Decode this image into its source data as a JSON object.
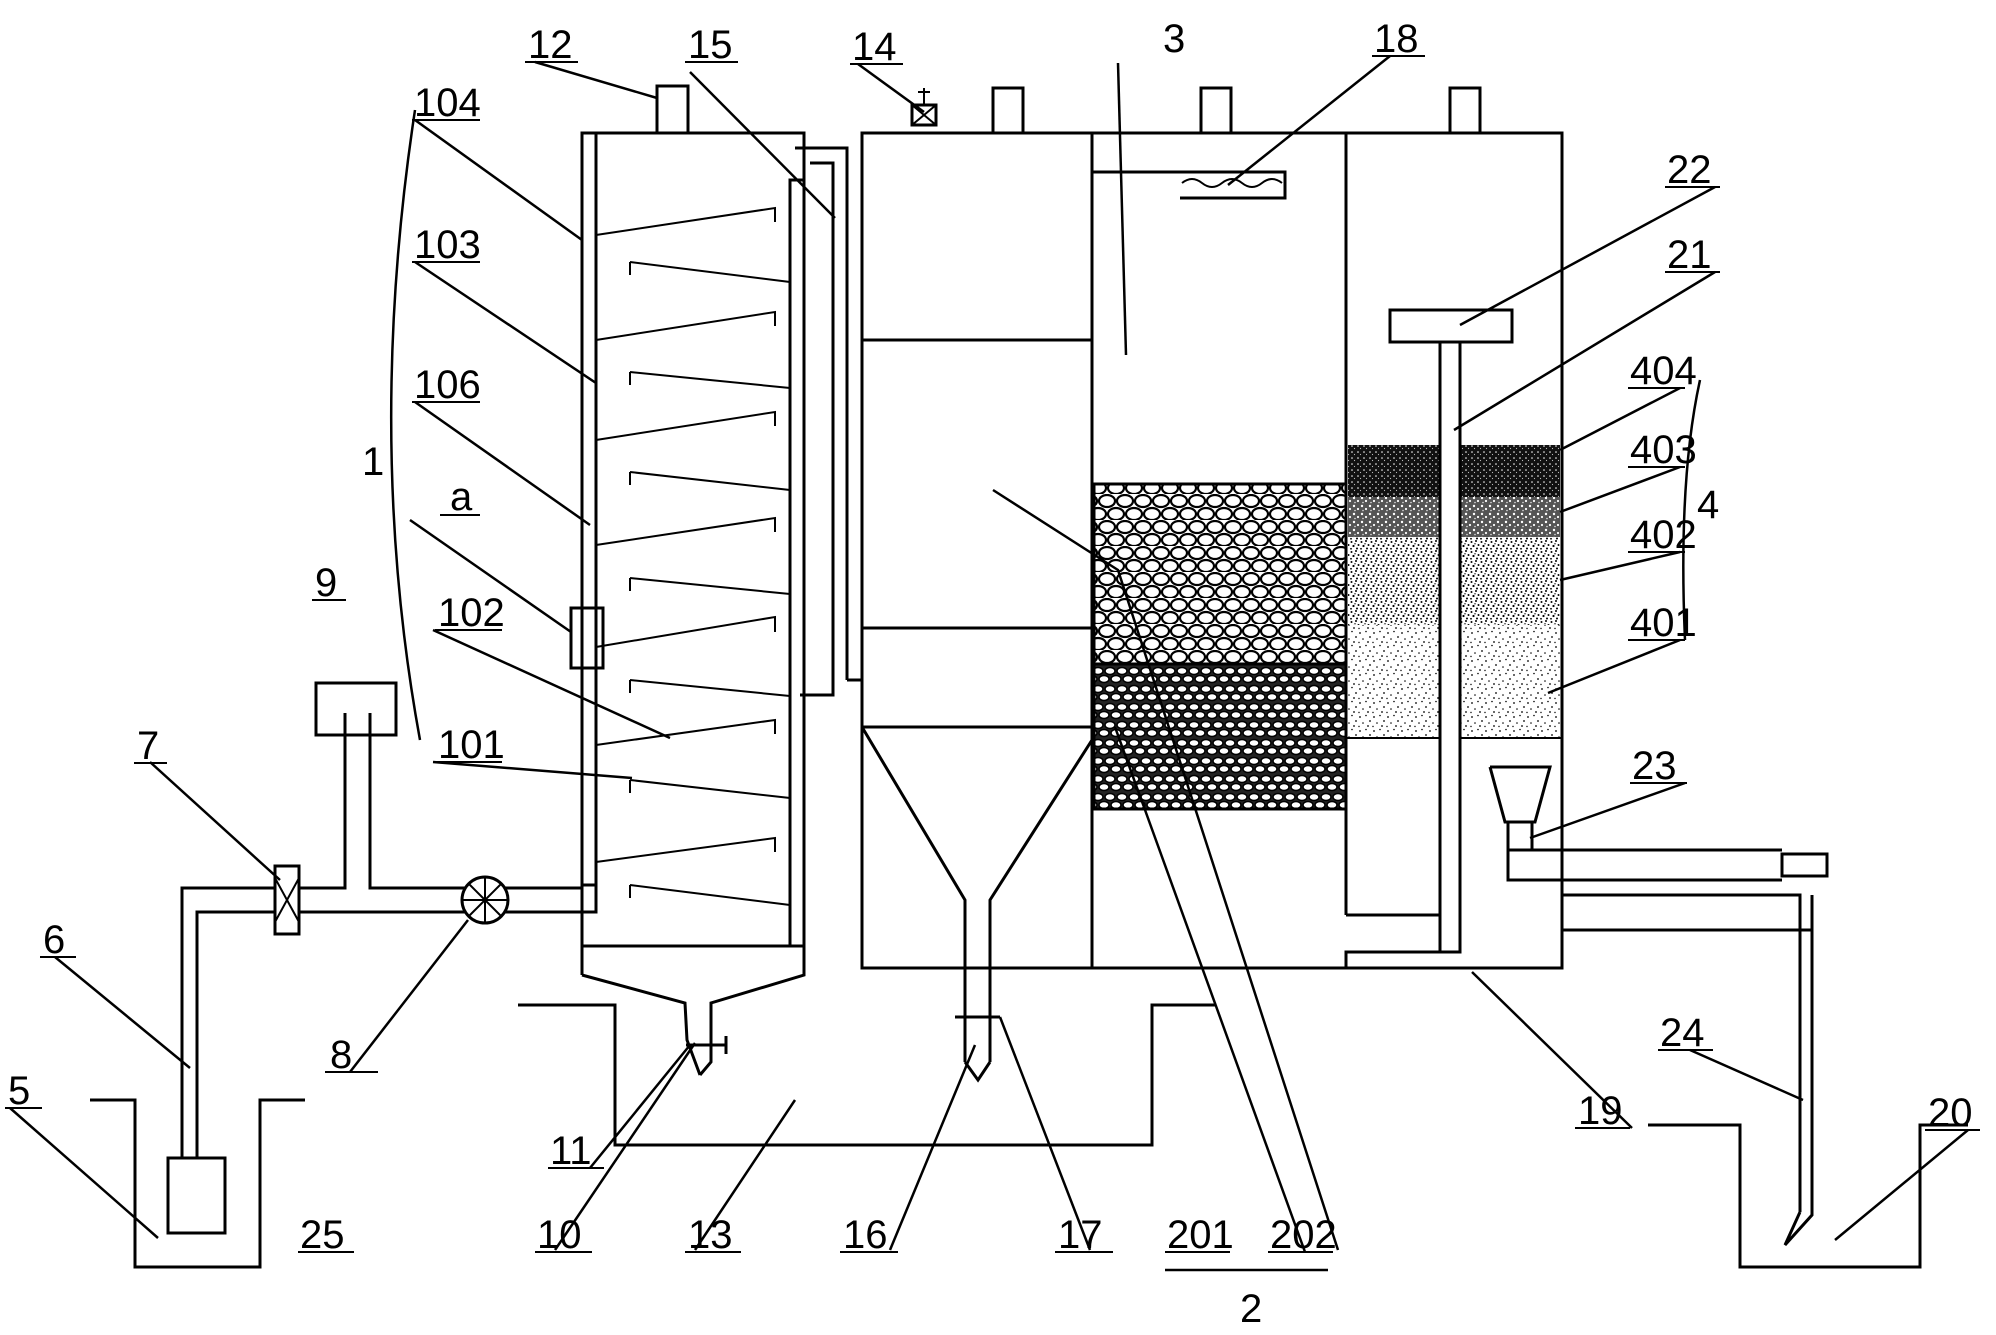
{
  "labels": {
    "l1": "1",
    "l2": "2",
    "l3": "3",
    "l4": "4",
    "l5": "5",
    "l6": "6",
    "l7": "7",
    "l8": "8",
    "l9": "9",
    "l10": "10",
    "l11": "11",
    "l12": "12",
    "l13": "13",
    "l14": "14",
    "l15": "15",
    "l16": "16",
    "l17": "17",
    "l18": "18",
    "l19": "19",
    "l20": "20",
    "l21": "21",
    "l22": "22",
    "l23": "23",
    "l24": "24",
    "l25": "25",
    "l101": "101",
    "l102": "102",
    "l103": "103",
    "l104": "104",
    "l106": "106",
    "l201": "201",
    "l202": "202",
    "l401": "401",
    "l402": "402",
    "l403": "403",
    "l404": "404",
    "la": "a"
  }
}
